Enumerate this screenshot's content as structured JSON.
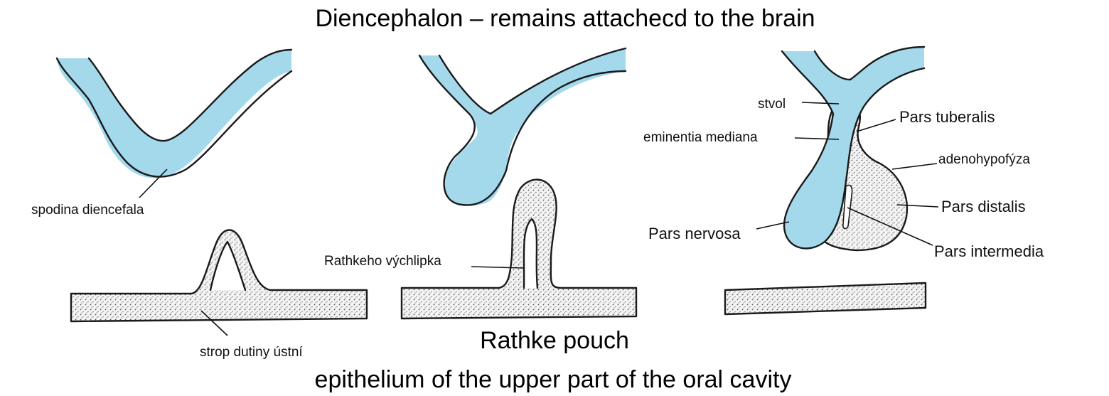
{
  "title": "Diencephalon – remains attachecd to the brain",
  "captions": {
    "rathke": "Rathke pouch",
    "epithelium": "epithelium of the upper part of the oral cavity"
  },
  "labels": {
    "spodina": "spodina diencefala",
    "strop": "strop dutiny ústní",
    "rathkeho": "Rathkeho  výchlipka",
    "stvol": "stvol",
    "eminentia": "eminentia mediana",
    "tuberalis": "Pars tuberalis",
    "adenohypofyza": "adenohypofýza",
    "distalis": "Pars distalis",
    "nervosa": "Pars nervosa",
    "intermedia": "Pars intermedia"
  },
  "colors": {
    "neural_tissue": "#a4d9ec",
    "outline": "#1a1a1a"
  }
}
